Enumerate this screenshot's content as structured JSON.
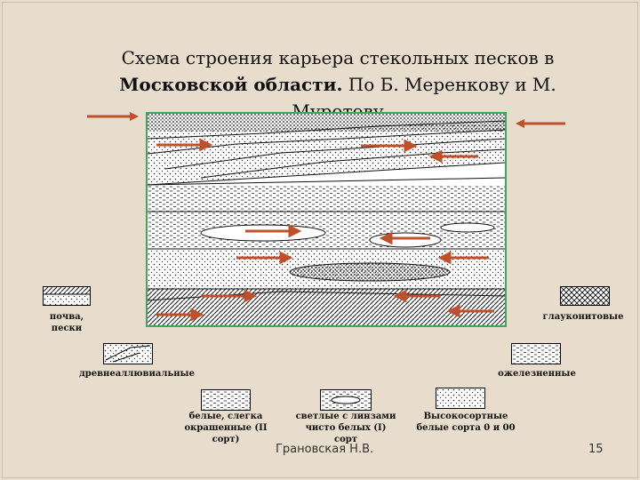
{
  "title": {
    "line1": "Схема строения карьера стекольных песков в",
    "line2_bold": "Московской области.",
    "line2_rest": " По Б. Меренкову и М. Муротову"
  },
  "legend": {
    "soil": "почва, пески",
    "glauconite": "глауконитовые",
    "alluvial": "древнеаллювиальные",
    "ferruginous": "ожелезненные",
    "white_tinted": "белые, слегка окрашенные (II сорт)",
    "light_lenses": "светлые с линзами чисто белых (I) сорт",
    "high_grade": "Высокосортные белые сорта 0 и 00"
  },
  "footer": {
    "author": "Грановская Н.В.",
    "page": "15"
  },
  "colors": {
    "background": "#e8dccd",
    "arrow": "#c0502a",
    "border": "#3fa65a"
  }
}
